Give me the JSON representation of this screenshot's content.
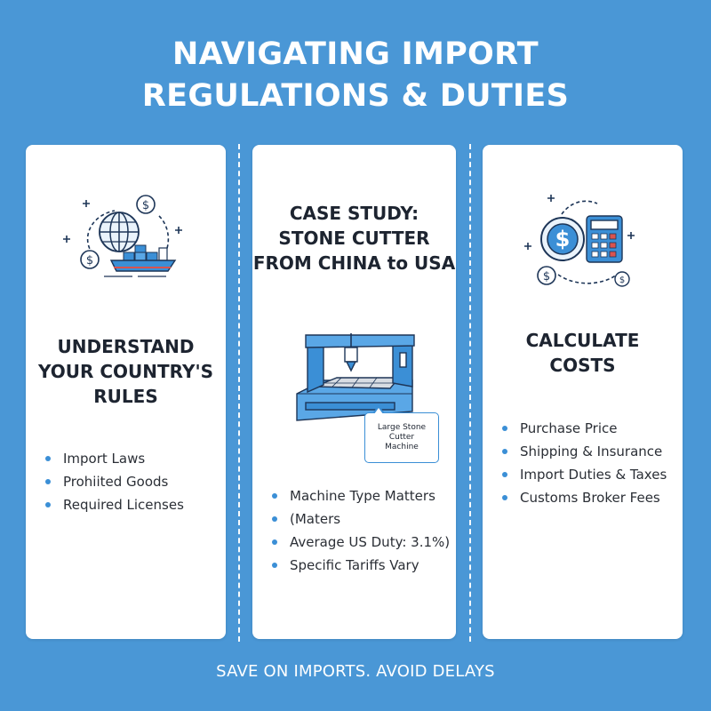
{
  "title": {
    "line1": "NAVIGATING IMPORT",
    "line2": "REGULATIONS & DUTIES"
  },
  "colors": {
    "background": "#4a97d6",
    "card": "#ffffff",
    "accent": "#3b8fd6",
    "heading_text": "#1d2430"
  },
  "panels": [
    {
      "icon": "globe-ship-dollar-icon",
      "heading": [
        "UNDERSTAND",
        "YOUR COUNTRY'S",
        "RULES"
      ],
      "bullets": [
        "Import Laws",
        "Prohiited Goods",
        "Required Licenses"
      ]
    },
    {
      "icon": "stone-cutter-machine-icon",
      "heading": [
        "CASE STUDY:",
        "STONE CUTTER",
        "FROM CHINA to USA"
      ],
      "callout": [
        "Large Stone",
        "Cutter",
        "Machine"
      ],
      "bullets": [
        "Machine Type Matters",
        "(Maters",
        "Average US Duty: 3.1%)",
        "Specific Tariffs Vary"
      ]
    },
    {
      "icon": "dollar-calculator-icon",
      "heading": [
        "CALCULATE",
        "COSTS"
      ],
      "bullets": [
        "Purchase Price",
        "Shipping & Insurance",
        "Import Duties & Taxes",
        "Customs Broker Fees"
      ]
    }
  ],
  "footer": "SAVE ON IMPORTS. AVOID DELAYS"
}
